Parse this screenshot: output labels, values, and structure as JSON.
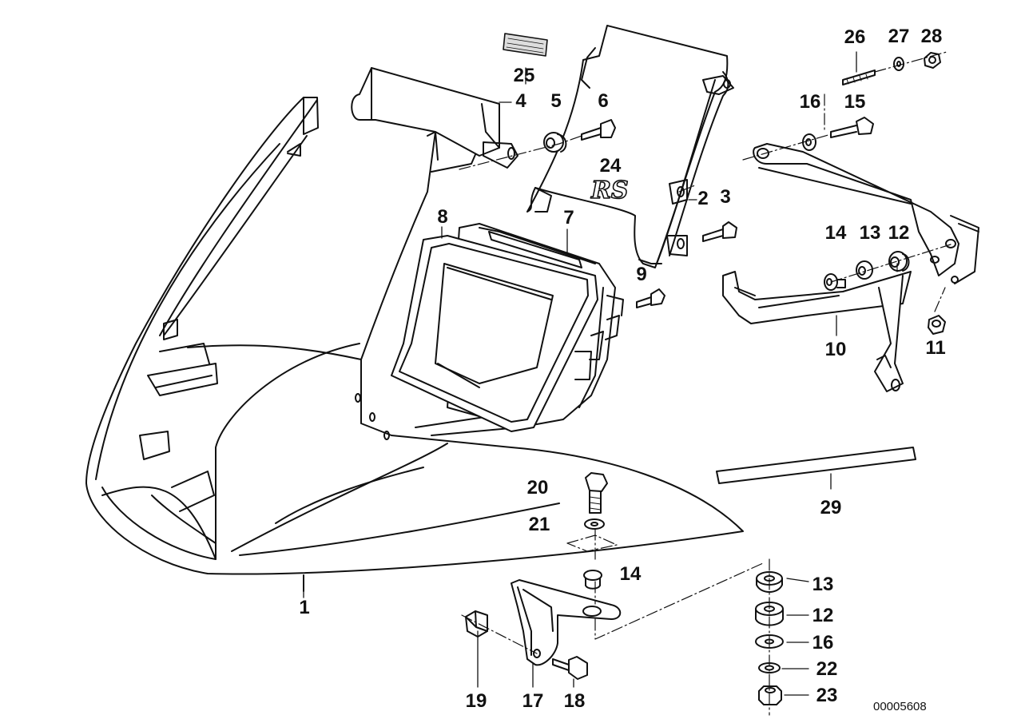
{
  "diagram": {
    "id_text": "00005608",
    "emblem_text": "RS",
    "line_color": "#111111",
    "fill_color": "#ffffff"
  },
  "callouts": {
    "c1": "1",
    "c2": "2",
    "c3": "3",
    "c4": "4",
    "c5": "5",
    "c6": "6",
    "c7": "7",
    "c8": "8",
    "c9": "9",
    "c10": "10",
    "c11": "11",
    "c12": "12",
    "c12b": "12",
    "c13": "13",
    "c13b": "13",
    "c14": "14",
    "c14b": "14",
    "c15": "15",
    "c16": "16",
    "c16b": "16",
    "c17": "17",
    "c18": "18",
    "c19": "19",
    "c20": "20",
    "c21": "21",
    "c22": "22",
    "c23": "23",
    "c24": "24",
    "c25": "25",
    "c26": "26",
    "c27": "27",
    "c28": "28",
    "c29": "29"
  }
}
